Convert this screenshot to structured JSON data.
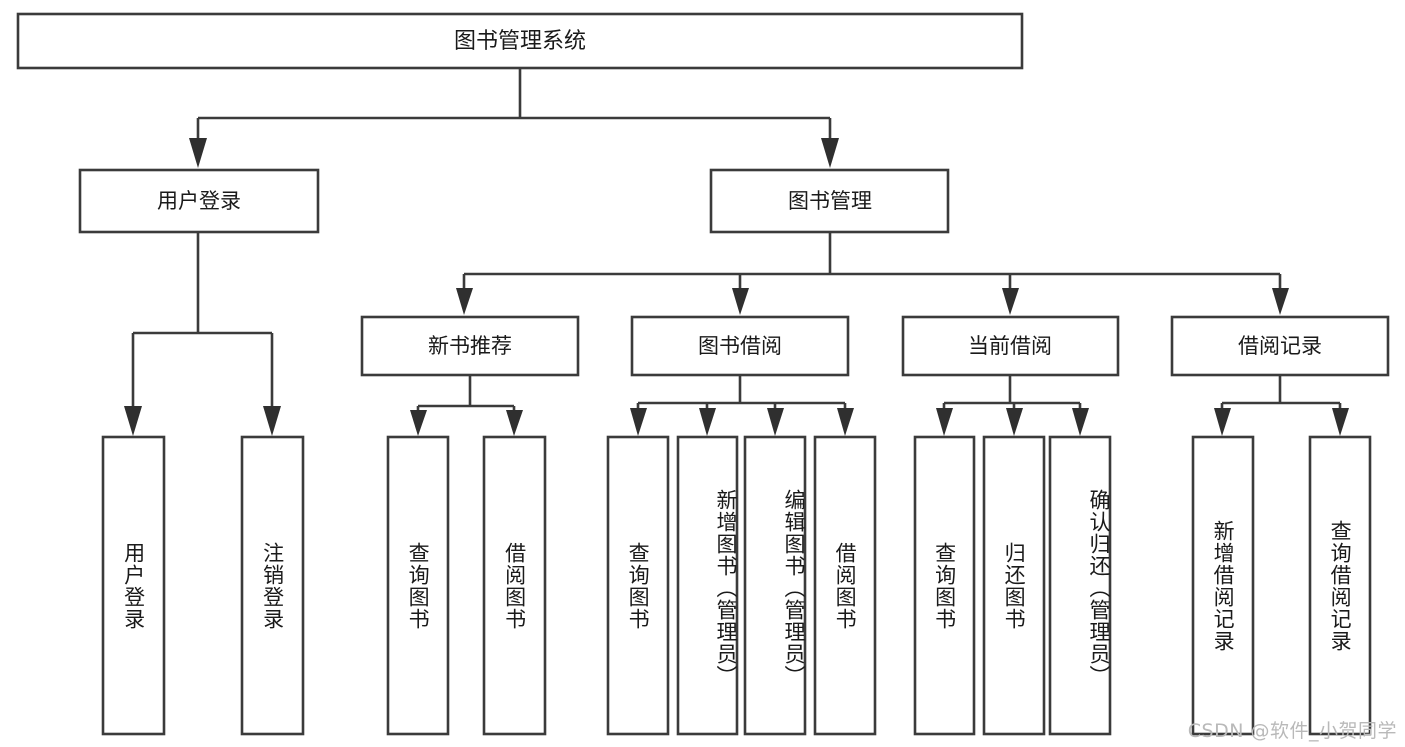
{
  "diagram": {
    "type": "tree",
    "title": "图书管理系统",
    "orientation": "top-down",
    "root": {
      "id": "root",
      "label": "图书管理系统"
    },
    "level2": [
      {
        "id": "user-login",
        "label": "用户登录"
      },
      {
        "id": "book-manage",
        "label": "图书管理"
      }
    ],
    "level3": [
      {
        "id": "new-book-recommend",
        "label": "新书推荐",
        "parent": "book-manage"
      },
      {
        "id": "book-borrow",
        "label": "图书借阅",
        "parent": "book-manage"
      },
      {
        "id": "current-borrow",
        "label": "当前借阅",
        "parent": "book-manage"
      },
      {
        "id": "borrow-record",
        "label": "借阅记录",
        "parent": "book-manage"
      }
    ],
    "leaves": [
      {
        "id": "leaf-user-login",
        "label": "用户登录",
        "parent": "user-login"
      },
      {
        "id": "leaf-logout-login",
        "label": "注销登录",
        "parent": "user-login"
      },
      {
        "id": "leaf-query-book-1",
        "label": "查询图书",
        "parent": "new-book-recommend"
      },
      {
        "id": "leaf-borrow-book-1",
        "label": "借阅图书",
        "parent": "new-book-recommend"
      },
      {
        "id": "leaf-query-book-2",
        "label": "查询图书",
        "parent": "book-borrow"
      },
      {
        "id": "leaf-add-book",
        "label": "新增图书（管理员）",
        "parent": "book-borrow"
      },
      {
        "id": "leaf-edit-book",
        "label": "编辑图书（管理员）",
        "parent": "book-borrow"
      },
      {
        "id": "leaf-borrow-book-2",
        "label": "借阅图书",
        "parent": "book-borrow"
      },
      {
        "id": "leaf-query-book-3",
        "label": "查询图书",
        "parent": "current-borrow"
      },
      {
        "id": "leaf-return-book",
        "label": "归还图书",
        "parent": "current-borrow"
      },
      {
        "id": "leaf-confirm-return",
        "label": "确认归还（管理员）",
        "parent": "current-borrow"
      },
      {
        "id": "leaf-add-record",
        "label": "新增借阅记录",
        "parent": "borrow-record"
      },
      {
        "id": "leaf-query-record",
        "label": "查询借阅记录",
        "parent": "borrow-record"
      }
    ]
  },
  "watermark": {
    "text": "CSDN @软件_小贺同学"
  },
  "colors": {
    "box_stroke": "#3b3b3b",
    "box_fill": "#ffffff",
    "text": "#1a1a1a",
    "watermark": "#b9b9b9",
    "background": "#ffffff"
  }
}
